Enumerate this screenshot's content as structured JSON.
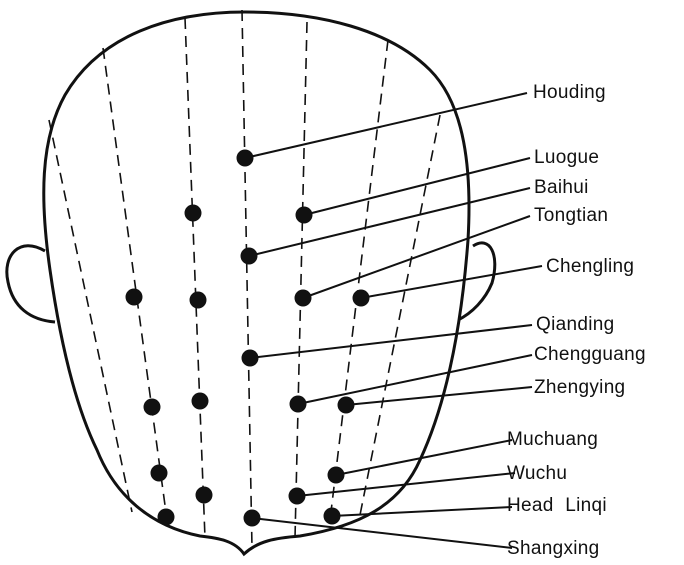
{
  "diagram": {
    "subject": "scalp acupuncture points, top view of head",
    "colors": {
      "ink": "#111111",
      "background": "#ffffff"
    },
    "labels": {
      "houding": "Houding",
      "luogue": "Luogue",
      "baihui": "Baihui",
      "tongtian": "Tongtian",
      "chengling": "Chengling",
      "qianding": "Qianding",
      "chengguang": "Chengguang",
      "zhengying": "Zhengying",
      "muchuang": "Muchuang",
      "wuchu": "Wuchu",
      "head_linqi": "Head  Linqi",
      "shangxing": "Shangxing"
    }
  }
}
